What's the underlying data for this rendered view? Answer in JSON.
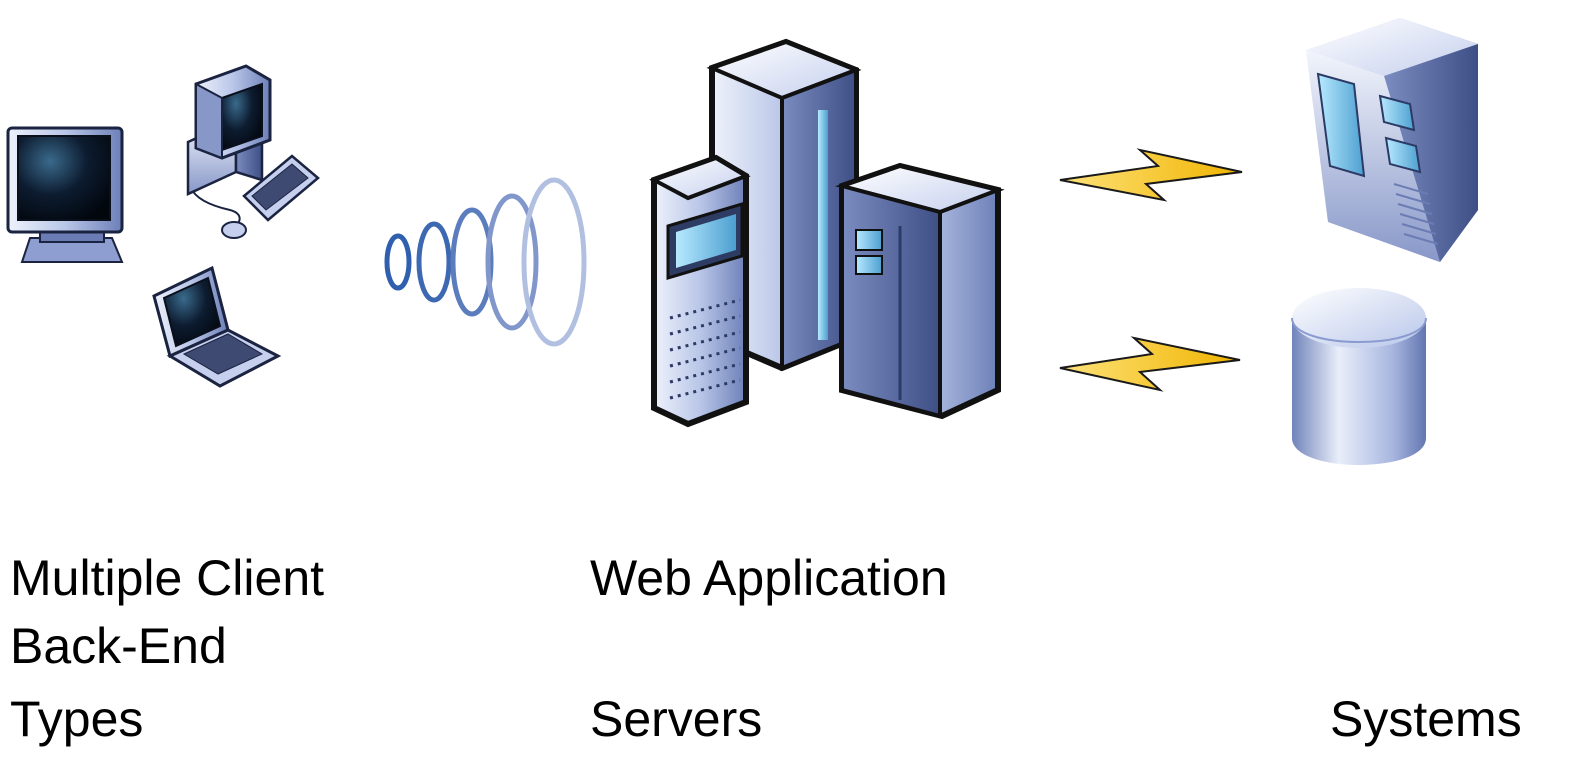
{
  "labels": {
    "clients_line1": "Multiple Client",
    "backend_line1": "Back-End",
    "servers_line1": "Web Application",
    "clients_line2": "Types",
    "servers_line2": "Servers",
    "backend_line2": "Systems"
  },
  "icons": {
    "desktop_monitor": "desktop-monitor-icon",
    "desktop_computer": "desktop-computer-icon",
    "laptop": "laptop-icon",
    "signal_waves": "signal-waves-icon",
    "web_servers": "web-server-cluster-icon",
    "lightning_top": "lightning-bolt-icon",
    "lightning_bottom": "lightning-bolt-icon",
    "backend_server": "server-tower-icon",
    "database": "database-icon"
  },
  "colors": {
    "metal_light": "#dfe6f5",
    "metal_mid": "#9fb0dc",
    "metal_dark": "#5d6fa8",
    "screen": "#0b1526",
    "bolt": "#f5c21b"
  }
}
